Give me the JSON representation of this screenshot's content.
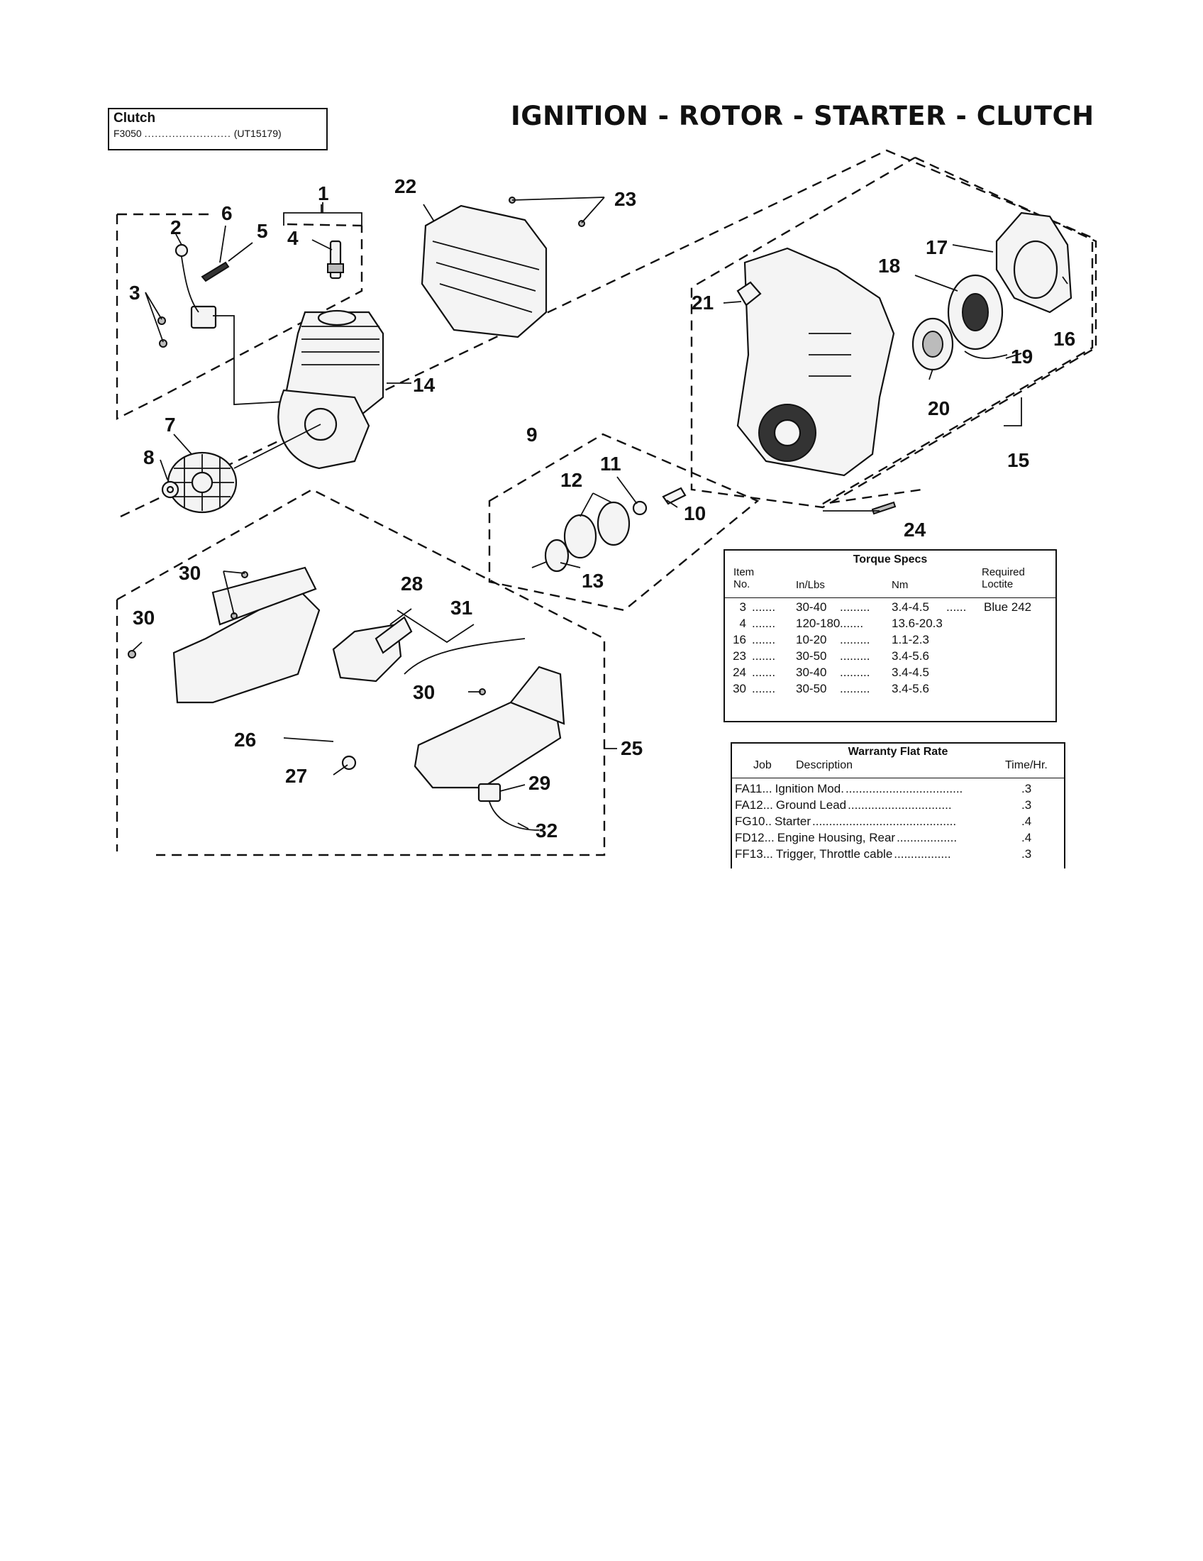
{
  "header": {
    "category": "Clutch",
    "model": "F3050",
    "model_leader": ".........................",
    "model_code": "(UT15179)",
    "title": "IGNITION - ROTOR - STARTER - CLUTCH"
  },
  "callouts": {
    "c1": "1",
    "c2": "2",
    "c3": "3",
    "c4": "4",
    "c5": "5",
    "c6": "6",
    "c7": "7",
    "c8": "8",
    "c9": "9",
    "c10": "10",
    "c11": "11",
    "c12": "12",
    "c13": "13",
    "c14": "14",
    "c15": "15",
    "c16": "16",
    "c17": "17",
    "c18": "18",
    "c19": "19",
    "c20": "20",
    "c21": "21",
    "c22": "22",
    "c23": "23",
    "c24": "24",
    "c25": "25",
    "c26": "26",
    "c27": "27",
    "c28": "28",
    "c29": "29",
    "c30a": "30",
    "c30b": "30",
    "c30c": "30",
    "c31": "31",
    "c32": "32"
  },
  "torque_specs": {
    "title": "Torque Specs",
    "headers": {
      "item_1": "Item",
      "item_2": "No.",
      "inlbs": "In/Lbs",
      "nm": "Nm",
      "loctite_1": "Required",
      "loctite_2": "Loctite"
    },
    "rows": [
      {
        "item": "3",
        "d1": ".......",
        "inlbs": "30-40",
        "d2": ".........",
        "nm": "3.4-4.5",
        "d3": "......",
        "loctite": "Blue 242"
      },
      {
        "item": "4",
        "d1": ".......",
        "inlbs": "120-180",
        "d2": ".......",
        "nm": "13.6-20.3",
        "d3": "",
        "loctite": ""
      },
      {
        "item": "16",
        "d1": ".......",
        "inlbs": "10-20",
        "d2": ".........",
        "nm": "1.1-2.3",
        "d3": "",
        "loctite": ""
      },
      {
        "item": "23",
        "d1": ".......",
        "inlbs": "30-50",
        "d2": ".........",
        "nm": "3.4-5.6",
        "d3": "",
        "loctite": ""
      },
      {
        "item": "24",
        "d1": ".......",
        "inlbs": "30-40",
        "d2": ".........",
        "nm": "3.4-4.5",
        "d3": "",
        "loctite": ""
      },
      {
        "item": "30",
        "d1": ".......",
        "inlbs": "30-50",
        "d2": ".........",
        "nm": "3.4-5.6",
        "d3": "",
        "loctite": ""
      }
    ]
  },
  "warranty": {
    "title": "Warranty Flat Rate",
    "headers": {
      "job": "Job",
      "description": "Description",
      "time": "Time/Hr."
    },
    "rows": [
      {
        "job": "FA11",
        "sep": "...",
        "description": "Ignition Mod.",
        "leader": "...................................",
        "time": ".3"
      },
      {
        "job": "FA12",
        "sep": "...",
        "description": "Ground Lead",
        "leader": "...............................",
        "time": ".3"
      },
      {
        "job": "FG10",
        "sep": "..",
        "description": "Starter",
        "leader": "...........................................",
        "time": ".4"
      },
      {
        "job": "FD12",
        "sep": "...",
        "description": "Engine Housing, Rear",
        "leader": "..................",
        "time": ".4"
      },
      {
        "job": "FF13",
        "sep": "...",
        "description": "Trigger, Throttle cable",
        "leader": ".................",
        "time": ".3"
      }
    ]
  }
}
